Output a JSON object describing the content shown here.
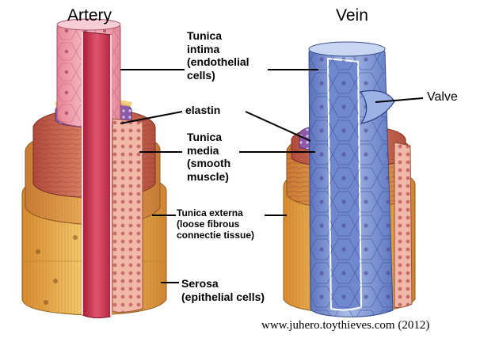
{
  "titles": {
    "artery": "Artery",
    "vein": "Vein"
  },
  "labels": {
    "intima": [
      "Tunica",
      "intima",
      "(endothelial",
      "cells)"
    ],
    "elastin": "elastin",
    "media": [
      "Tunica",
      "media",
      "(smooth",
      "muscle)"
    ],
    "externa": [
      "Tunica externa",
      "(loose fibrous",
      "connectie tissue)"
    ],
    "serosa": [
      "Serosa",
      "(epithelial cells)"
    ],
    "valve": "Valve"
  },
  "credit": "www.juhero.toythieves.com (2012)",
  "colors": {
    "serosa": "#e6b24c",
    "externa_outer": "#e3a04a",
    "media_muscle": "#c9644a",
    "elastin_band": "#9a64b0",
    "intima_pink": "#f0a4b2",
    "lumen_red": "#c8304a",
    "vein_blue": "#8ea8dc",
    "vein_dark": "#5c74c0"
  }
}
